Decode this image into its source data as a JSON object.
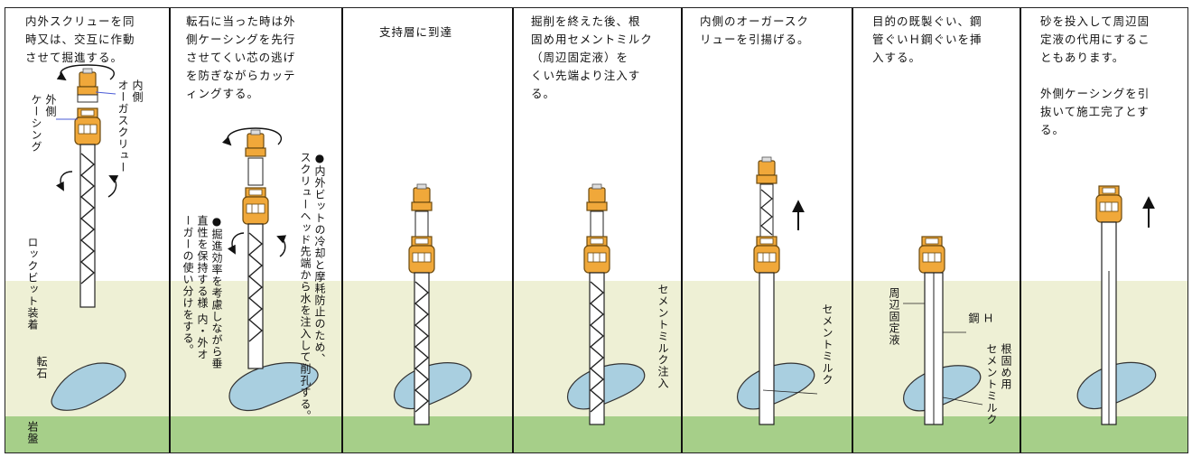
{
  "panels": [
    {
      "caption": "内外スクリューを同\n時又は、交互に作動\nさせて掘進する。",
      "labels": {
        "inner_auger": "内側\nオーガスクリュー",
        "outer_casing": "外側\nケーシング",
        "rock_bit": "ロックビット装着",
        "boulder": "転石",
        "bedrock": "岩盤"
      }
    },
    {
      "caption": "転石に当った時は外\n側ケーシングを先行\nさせてくい芯の逃げ\nを防ぎながらカッテ\nィングする。",
      "note_water": "●内外ビットの冷却と摩耗防止のため、\nスクリューヘッド先端から水を注入して削孔する。",
      "note_use": "●掘進効率を考慮しながら垂\n直性を保持する様 内・外オ\nーガーの使い分けをする。"
    },
    {
      "caption": "支持層に到達"
    },
    {
      "caption": "掘削を終えた後、根\n固め用セメントミルク\n（周辺固定液）を\nくい先端より注入す\nる。",
      "label_injection": "セメントミルク注入"
    },
    {
      "caption": "内側のオーガースク\nリューを引揚げる。",
      "label_cement": "セメントミルク"
    },
    {
      "caption": "目的の既製ぐい、鋼\n管ぐいＨ鋼ぐいを挿\n入する。",
      "labels": {
        "fixing_liquid": "周辺固定液",
        "h_steel": "Ｈ\n鋼",
        "root_fixing": "根固め用\nセメントミルク"
      }
    },
    {
      "caption": "砂を投入して周辺固\n定液の代用にするこ\nともあります。\n\n外側ケーシングを引\n抜いて施工完了とす\nる。"
    }
  ],
  "colors": {
    "soil": "#eef0d5",
    "bedrock": "#a6cf89",
    "boulder": "#a9cfe0",
    "machine_orange": "#f0a83a",
    "leader_blue": "#4a5bd6"
  },
  "icons": [
    "rotation-arrow-icon",
    "up-arrow-icon",
    "auger-drive-head-icon"
  ]
}
